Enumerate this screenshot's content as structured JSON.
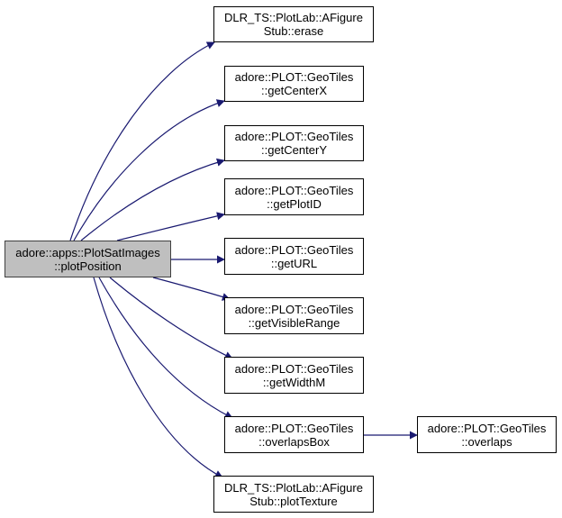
{
  "diagram": {
    "type": "call-graph",
    "colors": {
      "edge": "#191970",
      "root_fill": "#bfbfbf",
      "node_fill": "#ffffff",
      "node_border": "#000000"
    },
    "root": {
      "id": "plotPosition",
      "line1": "adore::apps::PlotSatImages",
      "line2": "::plotPosition"
    },
    "nodes": [
      {
        "id": "erase",
        "line1": "DLR_TS::PlotLab::AFigure",
        "line2": "Stub::erase"
      },
      {
        "id": "getCenterX",
        "line1": "adore::PLOT::GeoTiles",
        "line2": "::getCenterX"
      },
      {
        "id": "getCenterY",
        "line1": "adore::PLOT::GeoTiles",
        "line2": "::getCenterY"
      },
      {
        "id": "getPlotID",
        "line1": "adore::PLOT::GeoTiles",
        "line2": "::getPlotID"
      },
      {
        "id": "getURL",
        "line1": "adore::PLOT::GeoTiles",
        "line2": "::getURL"
      },
      {
        "id": "getVisibleRange",
        "line1": "adore::PLOT::GeoTiles",
        "line2": "::getVisibleRange"
      },
      {
        "id": "getWidthM",
        "line1": "adore::PLOT::GeoTiles",
        "line2": "::getWidthM"
      },
      {
        "id": "overlapsBox",
        "line1": "adore::PLOT::GeoTiles",
        "line2": "::overlapsBox"
      },
      {
        "id": "plotTexture",
        "line1": "DLR_TS::PlotLab::AFigure",
        "line2": "Stub::plotTexture"
      },
      {
        "id": "overlaps",
        "line1": "adore::PLOT::GeoTiles",
        "line2": "::overlaps"
      }
    ],
    "edges": [
      {
        "from": "plotPosition",
        "to": "erase"
      },
      {
        "from": "plotPosition",
        "to": "getCenterX"
      },
      {
        "from": "plotPosition",
        "to": "getCenterY"
      },
      {
        "from": "plotPosition",
        "to": "getPlotID"
      },
      {
        "from": "plotPosition",
        "to": "getURL"
      },
      {
        "from": "plotPosition",
        "to": "getVisibleRange"
      },
      {
        "from": "plotPosition",
        "to": "getWidthM"
      },
      {
        "from": "plotPosition",
        "to": "overlapsBox"
      },
      {
        "from": "plotPosition",
        "to": "plotTexture"
      },
      {
        "from": "overlapsBox",
        "to": "overlaps"
      }
    ]
  }
}
